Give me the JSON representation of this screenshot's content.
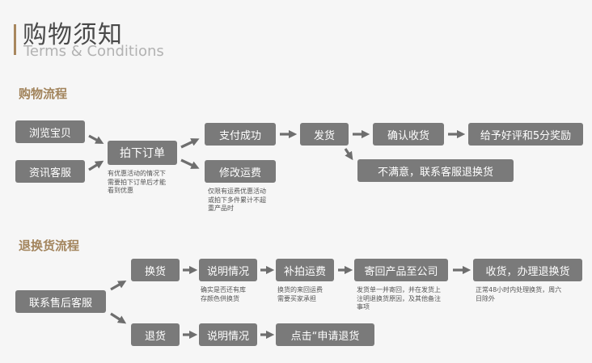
{
  "header": {
    "title_cn": "购物须知",
    "title_en": "Terms & Conditions"
  },
  "shopping": {
    "section_title": "购物流程",
    "browse": "浏览宝贝",
    "consult": "资讯客服",
    "order": "拍下订单",
    "order_note": [
      "有优惠活动的情况下",
      "需要拍下订单后才能",
      "看到优惠"
    ],
    "pay": "支付成功",
    "modify": "修改运费",
    "modify_note": [
      "仅限有运费优惠活动",
      "或拍下多件累计不超",
      "重产品时"
    ],
    "ship": "发货",
    "confirm": "确认收货",
    "reward": "给予好评和5分奖励",
    "unsatisfied": "不满意，联系客服退换货"
  },
  "returns": {
    "section_title": "退换货流程",
    "contact": "联系售后客服",
    "exchange": "换货",
    "explain1": "说明情况",
    "explain1_note": [
      "确实是否还有库",
      "存颜色供换货"
    ],
    "repay": "补拍运费",
    "repay_note": [
      "换货的来回运费",
      "需要买家承担"
    ],
    "send_back": "寄回产品至公司",
    "send_back_note": [
      "发货单一并寄回，并在发货上",
      "注明退换货原因，及其他备注",
      "事项"
    ],
    "receive": "收货，办理退换货",
    "receive_note": [
      "正常48小时内处理换货，周六",
      "日除外"
    ],
    "refund": "退货",
    "explain2": "说明情况",
    "apply": "点击“申请退货"
  },
  "colors": {
    "box": "#7a7a7a",
    "arrow": "#6e6e6e",
    "accent": "#a8875e",
    "section": "#a2845c"
  }
}
